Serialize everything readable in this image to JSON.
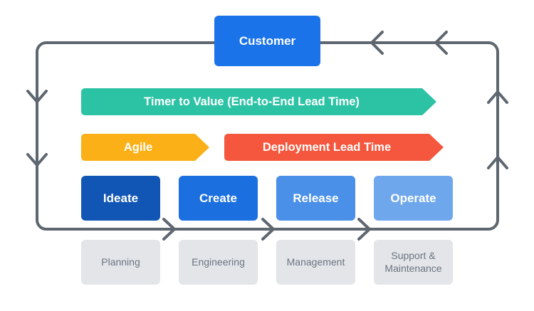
{
  "diagram": {
    "customer": {
      "label": "Customer",
      "color": "#1a73e8"
    },
    "banners": {
      "time_to_value": {
        "label": "Timer to Value (End-to-End Lead Time)",
        "color": "#2cc3a5"
      },
      "agile": {
        "label": "Agile",
        "color": "#fbb017"
      },
      "deployment_lead_time": {
        "label": "Deployment Lead Time",
        "color": "#f4573d"
      }
    },
    "stages": [
      {
        "label": "Ideate",
        "color": "#1156b4"
      },
      {
        "label": "Create",
        "color": "#1b6fdf"
      },
      {
        "label": "Release",
        "color": "#4a90e8"
      },
      {
        "label": "Operate",
        "color": "#6fa7ed"
      }
    ],
    "departments": {
      "bg": "#e3e5e9",
      "text_color": "#6b7480",
      "items": [
        {
          "label": "Planning"
        },
        {
          "label": "Engineering"
        },
        {
          "label": "Management"
        },
        {
          "label": "Support & Maintenance"
        }
      ]
    },
    "loop": {
      "color": "#5e6670",
      "direction": "clockwise"
    }
  }
}
